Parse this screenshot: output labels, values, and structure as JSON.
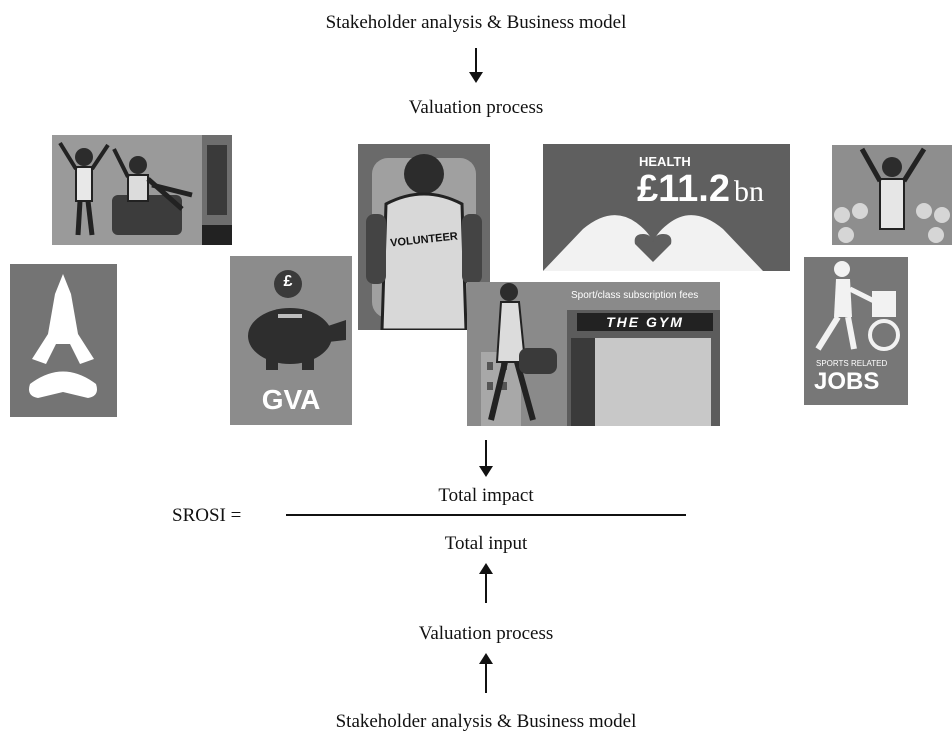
{
  "top": {
    "title": "Stakeholder analysis & Business model",
    "valuation": "Valuation process"
  },
  "panels": {
    "health": {
      "heading": "HEALTH",
      "amount": "£11.2",
      "unit": "bn"
    },
    "piggy": {
      "symbol": "£",
      "label": "GVA"
    },
    "volunteer": {
      "label": "VOLUNTEER"
    },
    "gym": {
      "caption": "Sport/class subscription fees",
      "sign": "THE GYM"
    },
    "jobs": {
      "line1": "SPORTS RELATED",
      "line2": "JOBS"
    }
  },
  "formula": {
    "lhs": "SROSI =",
    "numerator": "Total impact",
    "denominator": "Total input"
  },
  "bottom": {
    "valuation": "Valuation process",
    "title": "Stakeholder analysis & Business model"
  },
  "icons": [
    "arrow-down-icon",
    "arrow-up-icon",
    "meditation-icon",
    "piggy-bank-icon",
    "heart-hands-icon",
    "wheelchair-icon",
    "cheering-spectator-icon",
    "gym-goer-icon"
  ]
}
